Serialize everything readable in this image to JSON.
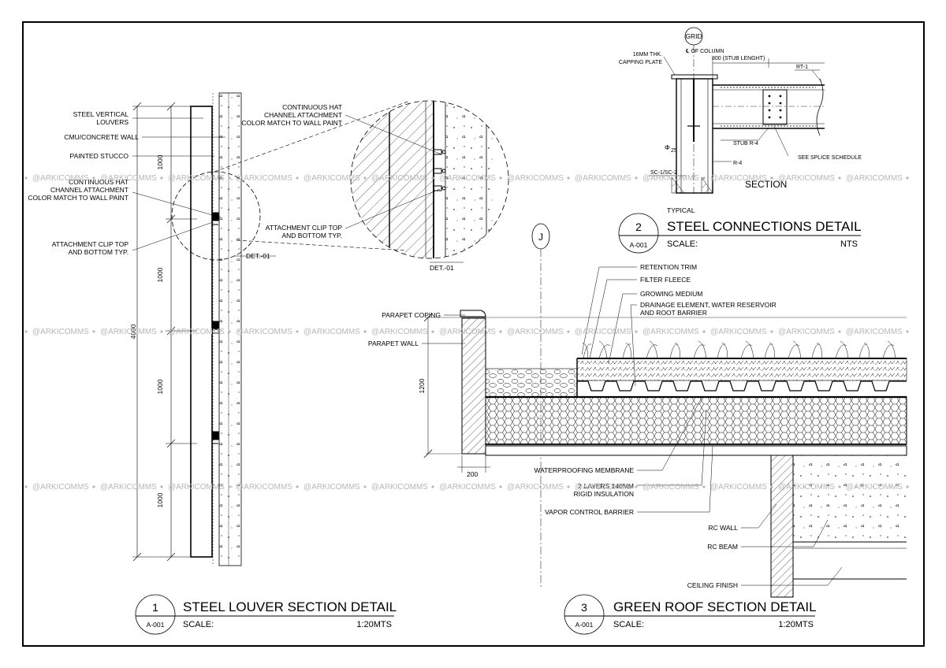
{
  "watermark": "@ARKICOMMS",
  "detail1": {
    "labels": {
      "louvers": "STEEL VERTICAL\nLOUVERS",
      "cmu": "CMU/CONCRETE WALL",
      "stucco": "PAINTED STUCCO",
      "hat": "CONTINUOUS HAT\nCHANNEL ATTACHMENT\nCOLOR MATCH TO WALL PAINT",
      "clip": "ATTACHMENT CLIP TOP\nAND BOTTOM TYP.",
      "det": "DET.-01"
    },
    "dims": {
      "d1": "1000",
      "d2": "1000",
      "d3": "1000",
      "d4": "1000",
      "total": "4000"
    },
    "title": {
      "number": "1",
      "sheet": "A-001",
      "name": "STEEL LOUVER SECTION DETAIL",
      "scale_label": "SCALE:",
      "scale": "1:20MTS"
    }
  },
  "enlarged": {
    "labels": {
      "hat": "CONTINUOUS HAT\nCHANNEL ATTACHMENT\nCOLOR MATCH TO WALL PAINT",
      "clip": "ATTACHMENT CLIP TOP\nAND BOTTOM TYP.",
      "det": "DET.-01"
    }
  },
  "detail2": {
    "labels": {
      "grid": "GRID",
      "capping": "16MM THK.\nCAPPING PLATE",
      "column": "℄ OF COLUMN",
      "stub_length": "800 (STUB LENGHT)",
      "rt": "RT-1",
      "stub": "STUB R-4",
      "splice": "SEE SPLICE SCHEDULE",
      "r4": "R-4",
      "dia": "Φ",
      "dia_val": "25",
      "sc": "SC-1/SC-2",
      "section": "SECTION"
    },
    "title": {
      "prefix": "TYPICAL",
      "number": "2",
      "sheet": "A-001",
      "name": "STEEL CONNECTIONS DETAIL",
      "scale_label": "SCALE:",
      "scale": "NTS"
    }
  },
  "detail3": {
    "grid": "J",
    "labels": {
      "retention": "RETENTION TRIM",
      "filter": "FILTER FLEECE",
      "growing": "GROWING MEDIUM",
      "drainage": "DRAINAGE ELEMENT, WATER RESERVOIR\nAND ROOT BARRIER",
      "coping": "PARAPET COPING",
      "parapet": "PARAPET WALL",
      "membrane": "WATERPROOFING MEMBRANE",
      "insulation": "2 LAYERS 140MM\nRIGID INSULATION",
      "vapor": "VAPOR CONTROL BARRIER",
      "rcwall": "RC WALL",
      "rcbeam": "RC BEAM",
      "ceiling": "CEILING FINISH"
    },
    "dims": {
      "height": "1200",
      "width": "200"
    },
    "title": {
      "number": "3",
      "sheet": "A-001",
      "name": "GREEN ROOF SECTION DETAIL",
      "scale_label": "SCALE:",
      "scale": "1:20MTS"
    }
  }
}
